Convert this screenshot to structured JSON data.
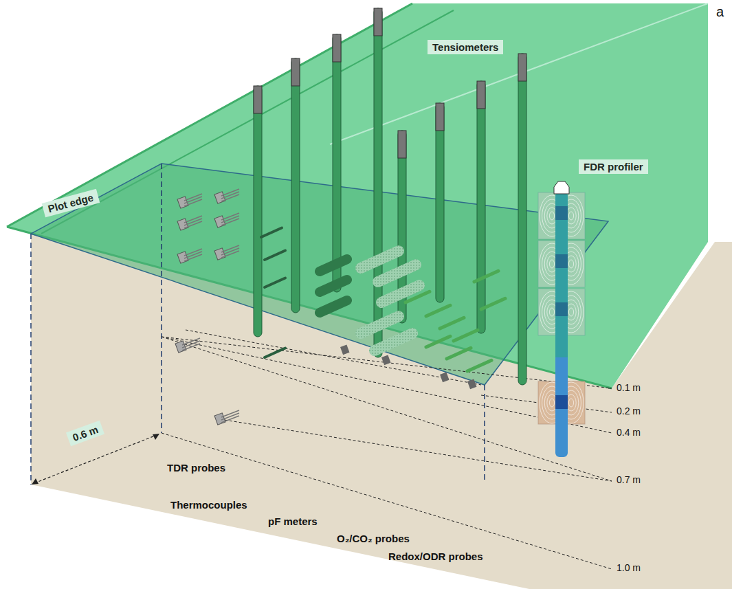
{
  "diagram": {
    "nodes": [
      {
        "text": [
          "Tensiometers"
        ]
      },
      {
        "text": [
          "FDR profiler"
        ]
      },
      {
        "text": [
          "Plot edge"
        ]
      },
      {
        "text": [
          "0.6 m"
        ]
      }
    ],
    "labels": [
      "a",
      "0.1 m",
      "0.2 m",
      "0.4 m",
      "0.7 m",
      "1.0 m",
      "TDR probes",
      "Thermocouples",
      "pF meters",
      "O₂/CO₂ probes",
      "Redox/ODR probes"
    ]
  }
}
